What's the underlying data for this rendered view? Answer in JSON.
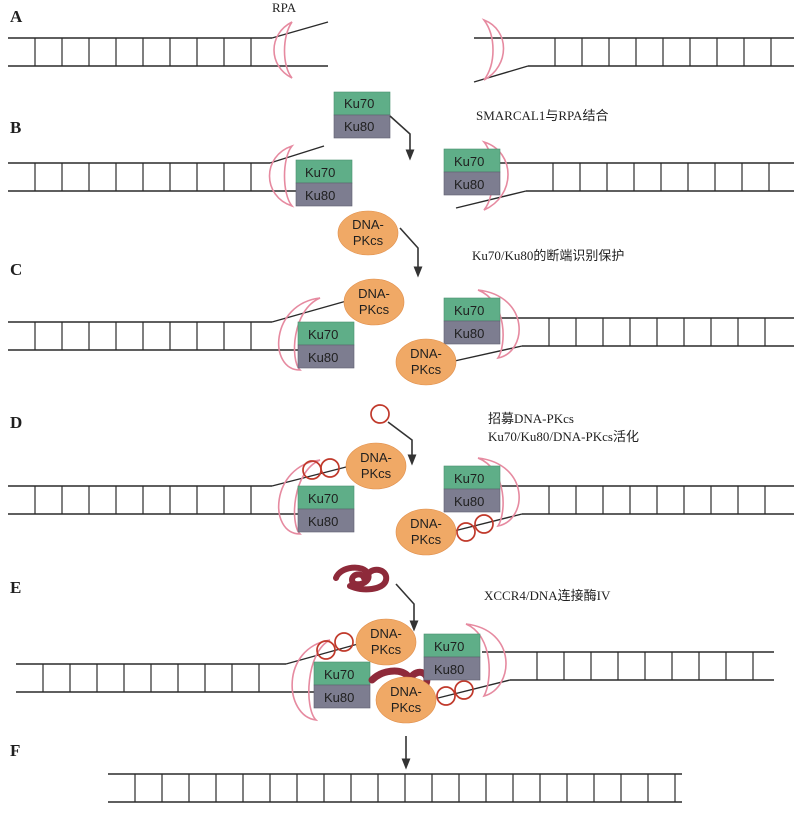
{
  "steps": {
    "a": "A",
    "b": "B",
    "c": "C",
    "d": "D",
    "e": "E",
    "f": "F"
  },
  "labels": {
    "rpa": "RPA",
    "step_b_note": "SMARCAL1与RPA结合",
    "step_c_note": "Ku70/Ku80的断端识别保护",
    "step_d_note_1": "招募DNA-PKcs",
    "step_d_note_2": "Ku70/Ku80/DNA-PKcs活化",
    "step_e_note": "XCCR4/DNA连接酶IV"
  },
  "proteins": {
    "ku70": "Ku70",
    "ku80": "Ku80",
    "pkcs_line1": "DNA-",
    "pkcs_line2": "PKcs"
  },
  "colors": {
    "ku70": "#5fae88",
    "ku80": "#7d7d90",
    "dna_pkcs": "#f0a966",
    "rpa": "#e68aa0",
    "ring": "#c0392b",
    "xrcc4": "#8e2a3a"
  }
}
